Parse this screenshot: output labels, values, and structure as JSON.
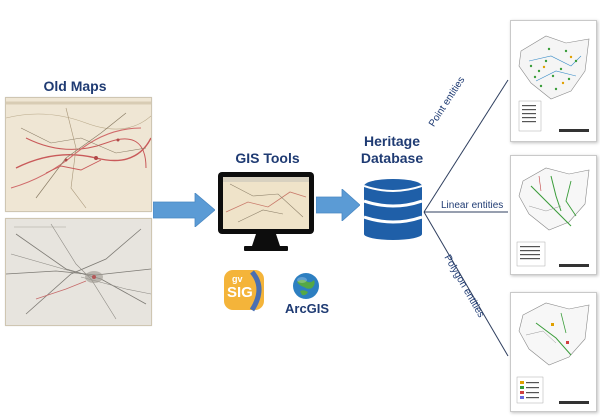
{
  "inputs": {
    "title": "Old Maps"
  },
  "tools": {
    "title": "GIS Tools",
    "logos": {
      "gvsig": {
        "line1": "gv",
        "line2": "SIG"
      },
      "arcgis": {
        "label": "ArcGIS"
      }
    }
  },
  "database": {
    "title_line1": "Heritage",
    "title_line2": "Database"
  },
  "outputs": {
    "point": "Point entities",
    "linear": "Linear entities",
    "polygon": "Polygon entities"
  },
  "colors": {
    "heading": "#1f3b73",
    "arrow": "#5b9bd5",
    "database": "#1f5fa8",
    "line": "#2f3f5f"
  }
}
